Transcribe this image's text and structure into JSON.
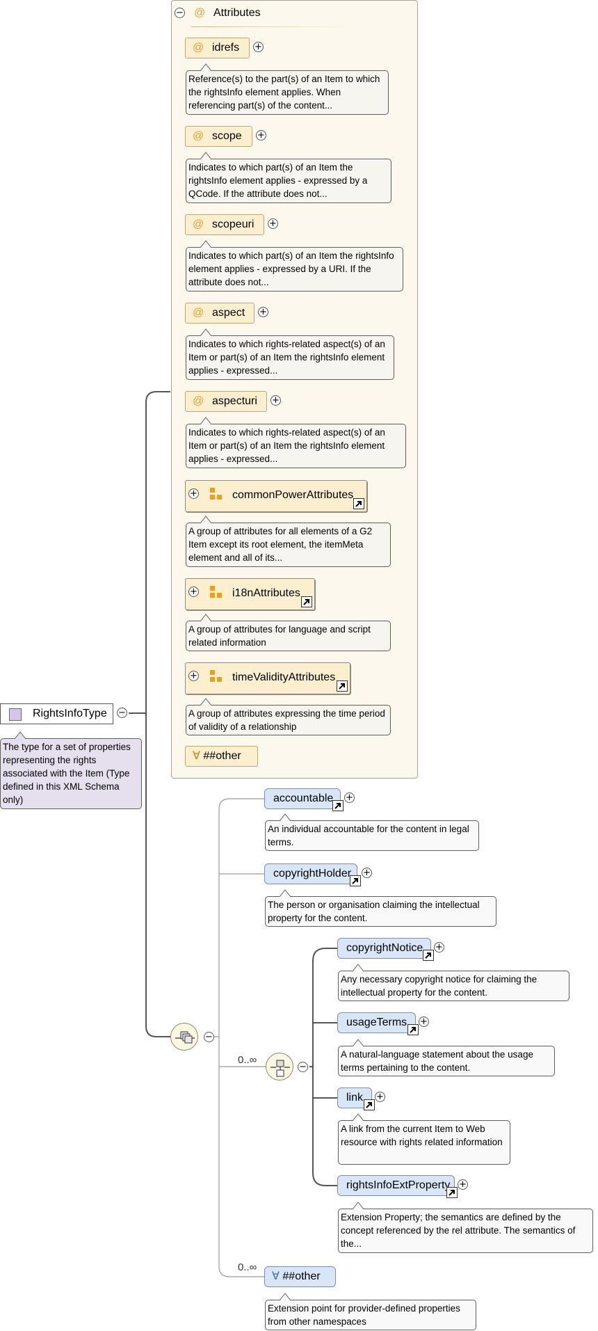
{
  "root": {
    "name": "RightsInfoType",
    "note": "The type for a set of properties representing the rights associated with the Item (Type defined in this XML Schema only)"
  },
  "attributes_panel": {
    "title": "Attributes",
    "items": [
      {
        "name": "idrefs",
        "note": "Reference(s) to the part(s) of an Item to which the rightsInfo element applies. When referencing part(s) of the content..."
      },
      {
        "name": "scope",
        "note": "Indicates to which part(s) of an Item the rightsInfo element applies - expressed by a QCode. If the attribute does not..."
      },
      {
        "name": "scopeuri",
        "note": "Indicates to which part(s) of an Item the rightsInfo element applies - expressed by a URI. If the attribute does not..."
      },
      {
        "name": "aspect",
        "note": "Indicates to which rights-related aspect(s) of an Item or part(s) of an Item the rightsInfo element applies - expressed..."
      },
      {
        "name": "aspecturi",
        "note": "Indicates to which rights-related aspect(s) of an Item or part(s) of an Item the rightsInfo element applies - expressed..."
      }
    ],
    "groups": [
      {
        "name": "commonPowerAttributes",
        "note": "A group of attributes for all elements of a G2 Item except its root element, the itemMeta element and all of its..."
      },
      {
        "name": "i18nAttributes",
        "note": "A group of attributes for language and script related information"
      },
      {
        "name": "timeValidityAttributes",
        "note": "A group of attributes expressing the time period of validity of a relationship"
      }
    ],
    "any_attribute": {
      "symbol": "∀",
      "label": "##other"
    }
  },
  "elements": {
    "accountable": {
      "name": "accountable",
      "note": "An individual accountable for the content in legal terms."
    },
    "copyrightHolder": {
      "name": "copyrightHolder",
      "note": "The person or organisation claiming the intellectual property for the content."
    },
    "choice": {
      "occurrence": "0..∞",
      "items": [
        {
          "name": "copyrightNotice",
          "note": "Any necessary copyright notice for claiming the intellectual property for the content."
        },
        {
          "name": "usageTerms",
          "note": "A natural-language statement about the usage terms pertaining to the content."
        },
        {
          "name": "link",
          "note": "A link from the current Item to Web resource with rights related information"
        },
        {
          "name": "rightsInfoExtProperty",
          "note": "Extension Property; the semantics are defined by the concept referenced by the rel attribute. The semantics of the..."
        }
      ]
    },
    "any_element": {
      "occurrence": "0..∞",
      "symbol": "∀",
      "label": "##other",
      "note": "Extension point for provider-defined properties from other namespaces"
    }
  },
  "icons": {
    "attribute": "@",
    "expand": "+",
    "collapse": "−"
  }
}
